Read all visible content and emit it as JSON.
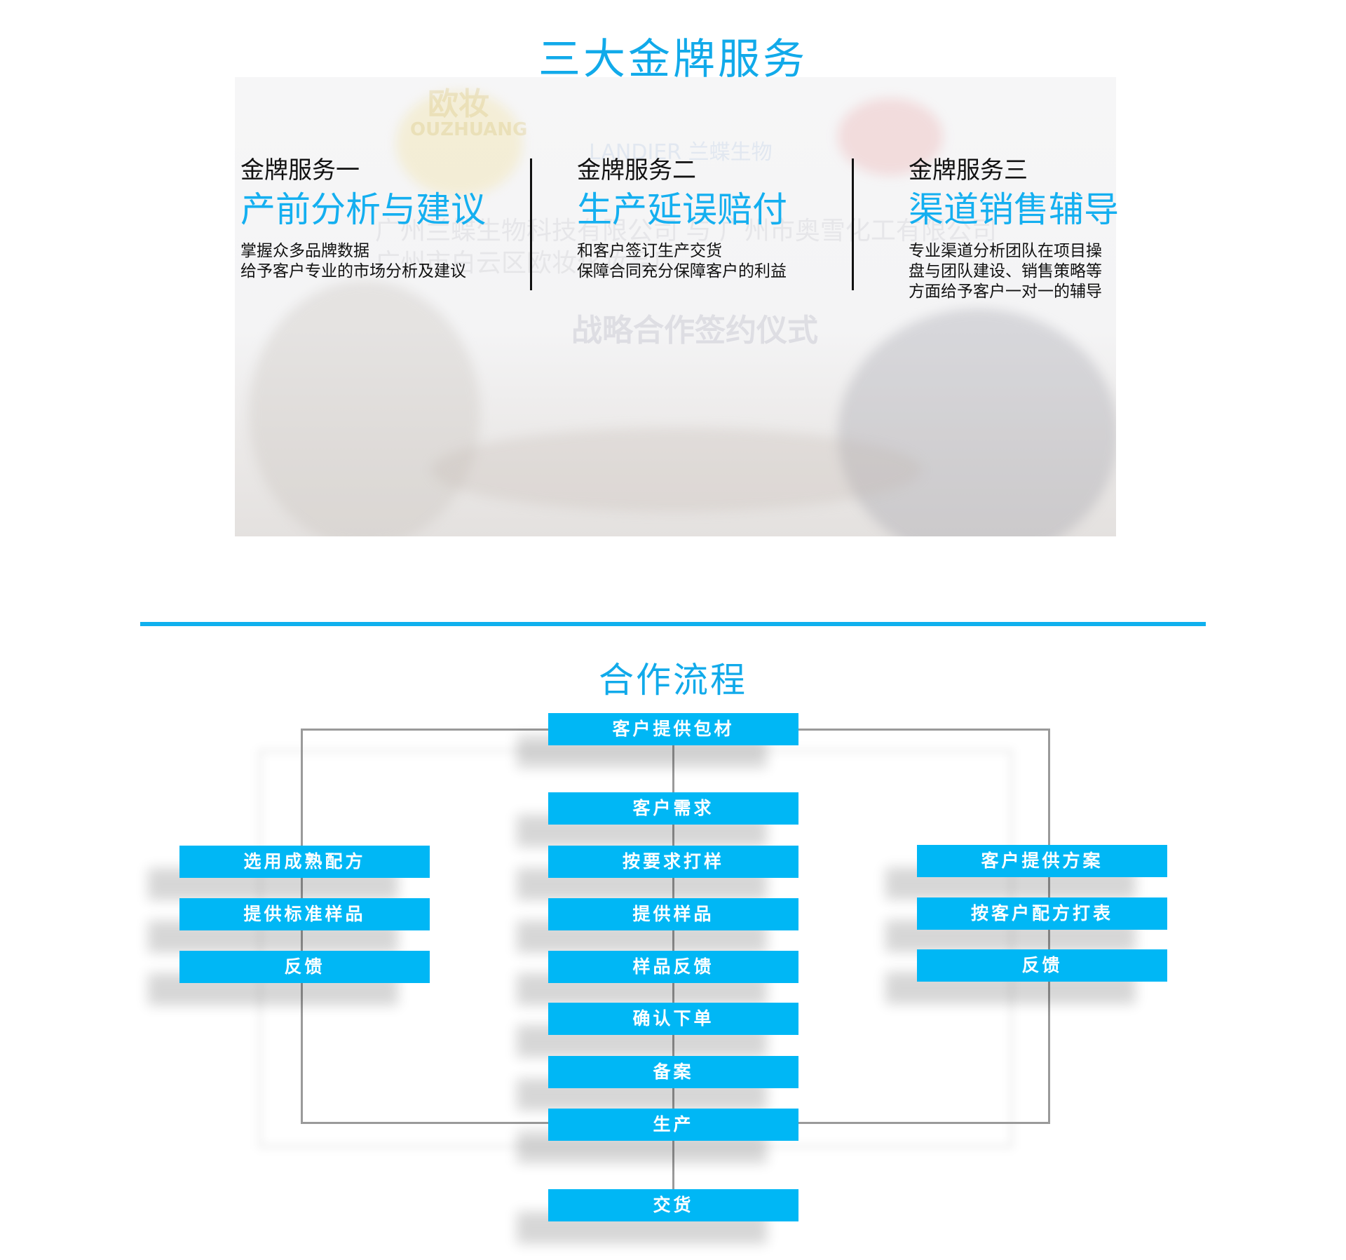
{
  "section1": {
    "title": "三大金牌服务",
    "photo_backdrop": {
      "logo_left": "欧妆",
      "logo_left_en": "OUZHUANG",
      "logo_mid": "LANDIER 兰蝶生物",
      "banner_line1": "广州兰蝶生物科技有限公司 与 广州市奥雪化工有限公司",
      "banner_line2": "广州市白云区欧妆化妆品厂",
      "banner_title": "战略合作签约仪式"
    },
    "services": [
      {
        "sub": "金牌服务一",
        "head": "产前分析与建议",
        "desc": [
          "掌握众多品牌数据",
          "给予客户专业的市场分析及建议"
        ]
      },
      {
        "sub": "金牌服务二",
        "head": "生产延误赔付",
        "desc": [
          "和客户签订生产交货",
          "保障合同充分保障客户的利益"
        ]
      },
      {
        "sub": "金牌服务三",
        "head": "渠道销售辅导",
        "desc": [
          "专业渠道分析团队在项目操",
          "盘与团队建设、销售策略等",
          "方面给予客户一对一的辅导"
        ]
      }
    ]
  },
  "section2": {
    "title": "合作流程",
    "center_steps": [
      "客户提供包材",
      "客户需求",
      "按要求打样",
      "提供样品",
      "样品反馈",
      "确认下单",
      "备案",
      "生产",
      "交货"
    ],
    "left_steps": [
      "选用成熟配方",
      "提供标准样品",
      "反馈"
    ],
    "right_steps": [
      "客户提供方案",
      "按客户配方打表",
      "反馈"
    ]
  },
  "colors": {
    "accent": "#00b7f5",
    "title": "#11aaea",
    "connector": "#9a9a9a"
  }
}
